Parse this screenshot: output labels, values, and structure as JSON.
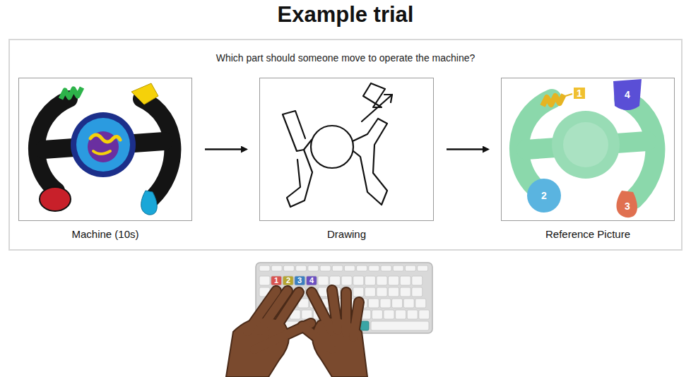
{
  "diagram": {
    "title": "Example trial",
    "nodes": [
      {
        "text": [
          "Which part should someone move to operate the machine?"
        ]
      },
      {
        "text": [
          "Machine (10s)"
        ],
        "in": 0
      },
      {
        "text": [
          "Drawing"
        ],
        "in": 0
      },
      {
        "text": [
          "Reference Picture"
        ],
        "in": 0
      }
    ],
    "edges": [
      {
        "from": 1,
        "to": 2,
        "arrow": "to"
      },
      {
        "from": 2,
        "to": 3,
        "arrow": "to"
      }
    ],
    "labels": [
      "1",
      "2",
      "3",
      "4",
      "1",
      "2",
      "3",
      "4"
    ]
  }
}
